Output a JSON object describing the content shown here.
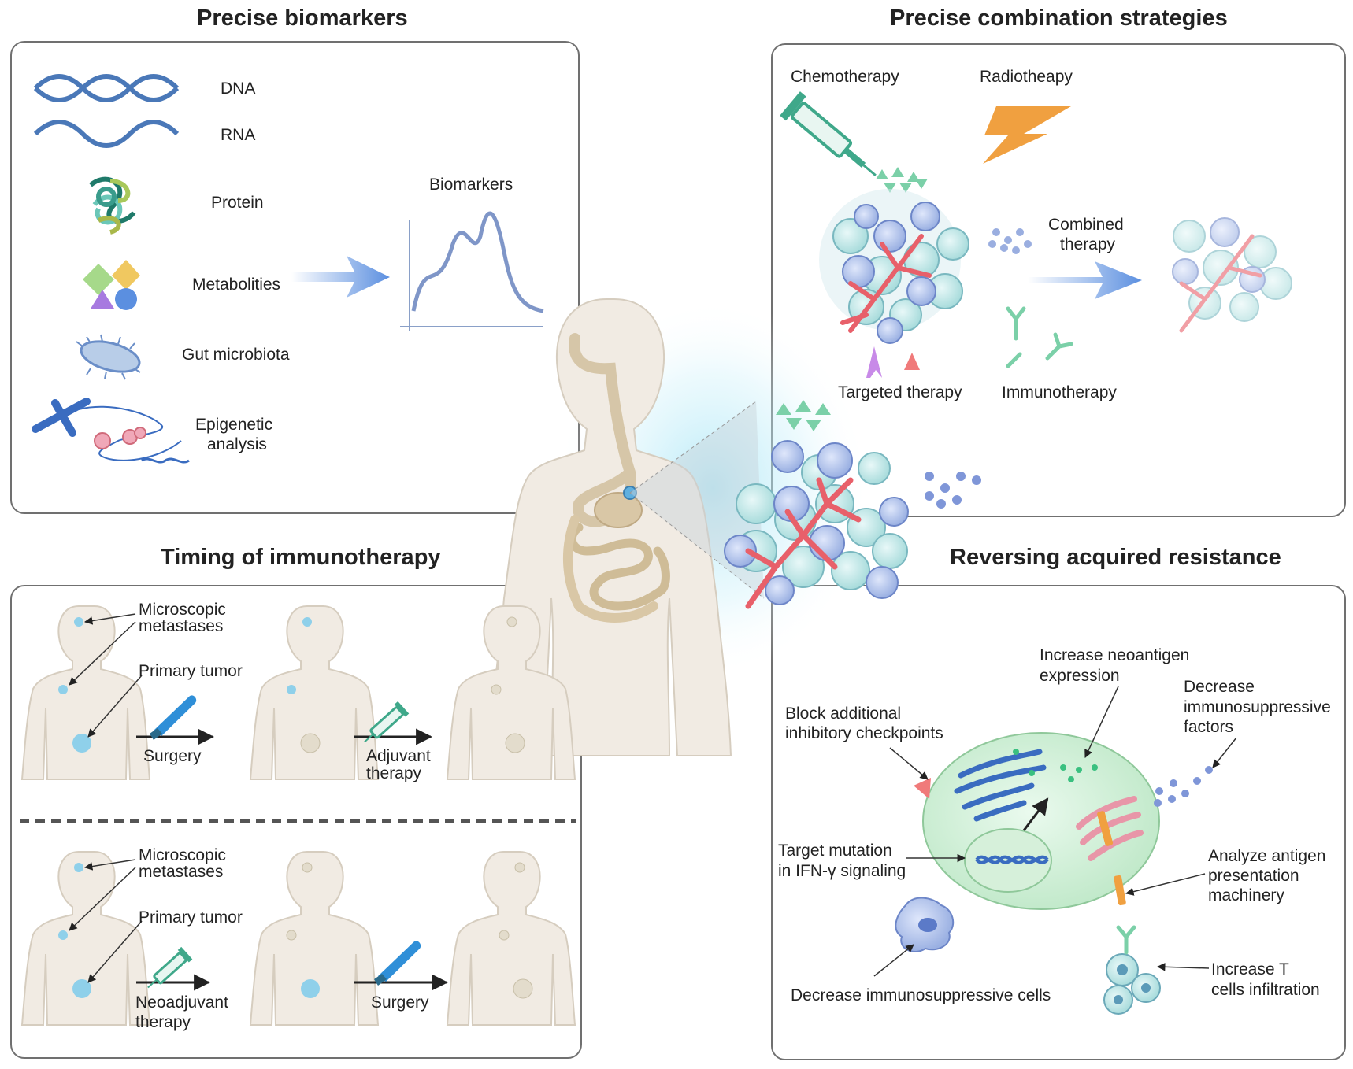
{
  "titles": {
    "biomarkers": "Precise  biomarkers",
    "combination": "Precise combination strategies",
    "timing": "Timing of immunotherapy",
    "resistance": "Reversing  acquired resistance"
  },
  "biomarkers": {
    "items": [
      "DNA",
      "RNA",
      "Protein",
      "Metabolities",
      "Gut microbiota",
      "Epigenetic",
      "analysis"
    ],
    "chart_label": "Biomarkers"
  },
  "combination": {
    "chemo": "Chemotherapy",
    "radio": "Radiotheapy",
    "combined_1": "Combined",
    "combined_2": "therapy",
    "targeted": "Targeted therapy",
    "immuno": "Immunotherapy"
  },
  "timing": {
    "micro_1": "Microscopic",
    "micro_2": "metastases",
    "primary": "Primary tumor",
    "surgery": "Surgery",
    "adjuvant_1": "Adjuvant",
    "adjuvant_2": "therapy",
    "neo_1": "Neoadjuvant",
    "neo_2": "therapy"
  },
  "resistance": {
    "neoantigen_1": "Increase neoantigen",
    "neoantigen_2": "expression",
    "decrease_factors_1": "Decrease",
    "decrease_factors_2": "immunosuppressive",
    "decrease_factors_3": "factors",
    "block_1": "Block additional",
    "block_2": "inhibitory checkpoints",
    "target_1": "Target mutation",
    "target_2": "in IFN-γ signaling",
    "analyze_1": "Analyze antigen",
    "analyze_2": "presentation",
    "analyze_3": "machinery",
    "decrease_cells": "Decrease immunosuppressive cells",
    "tcell_1": "Increase T",
    "tcell_2": "cells infiltration"
  },
  "colors": {
    "dna": "#4a78b8",
    "tumor": "#8fa8dc",
    "cyto": "#a8dcd8",
    "vessel": "#e8606a",
    "arrow": "#5b8fe0",
    "skin": "#f1ebe3",
    "cell": "#c8eccc",
    "bolt": "#f0a040"
  }
}
